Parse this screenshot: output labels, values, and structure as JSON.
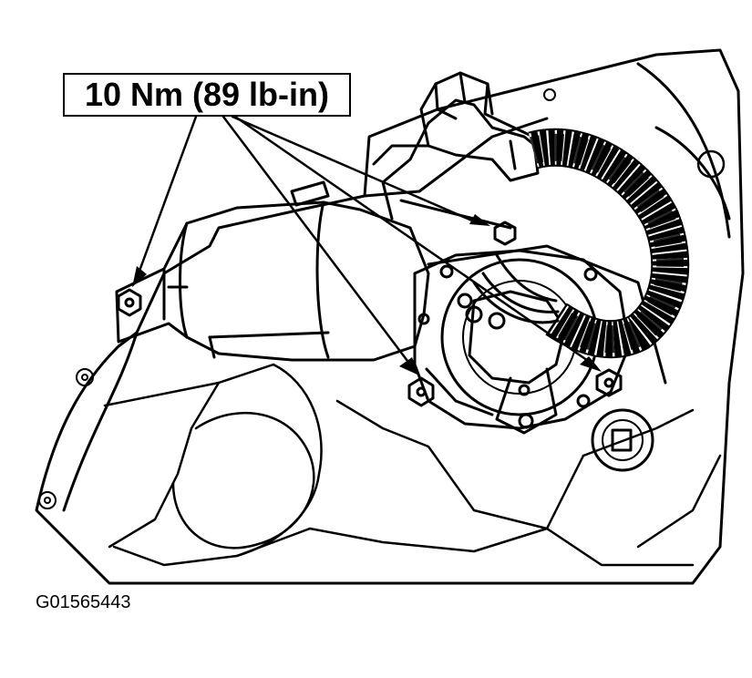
{
  "callout": {
    "torque_spec": "10 Nm (89 lb-in)"
  },
  "figure": {
    "id": "G01565443"
  },
  "colors": {
    "ink": "#000000",
    "paper": "#ffffff"
  },
  "components": [
    "transmission-case",
    "shift-motor",
    "wiring-harness",
    "connector",
    "mounting-bolt",
    "mounting-bolt",
    "mounting-bolt",
    "mounting-bolt",
    "drain-plug"
  ]
}
